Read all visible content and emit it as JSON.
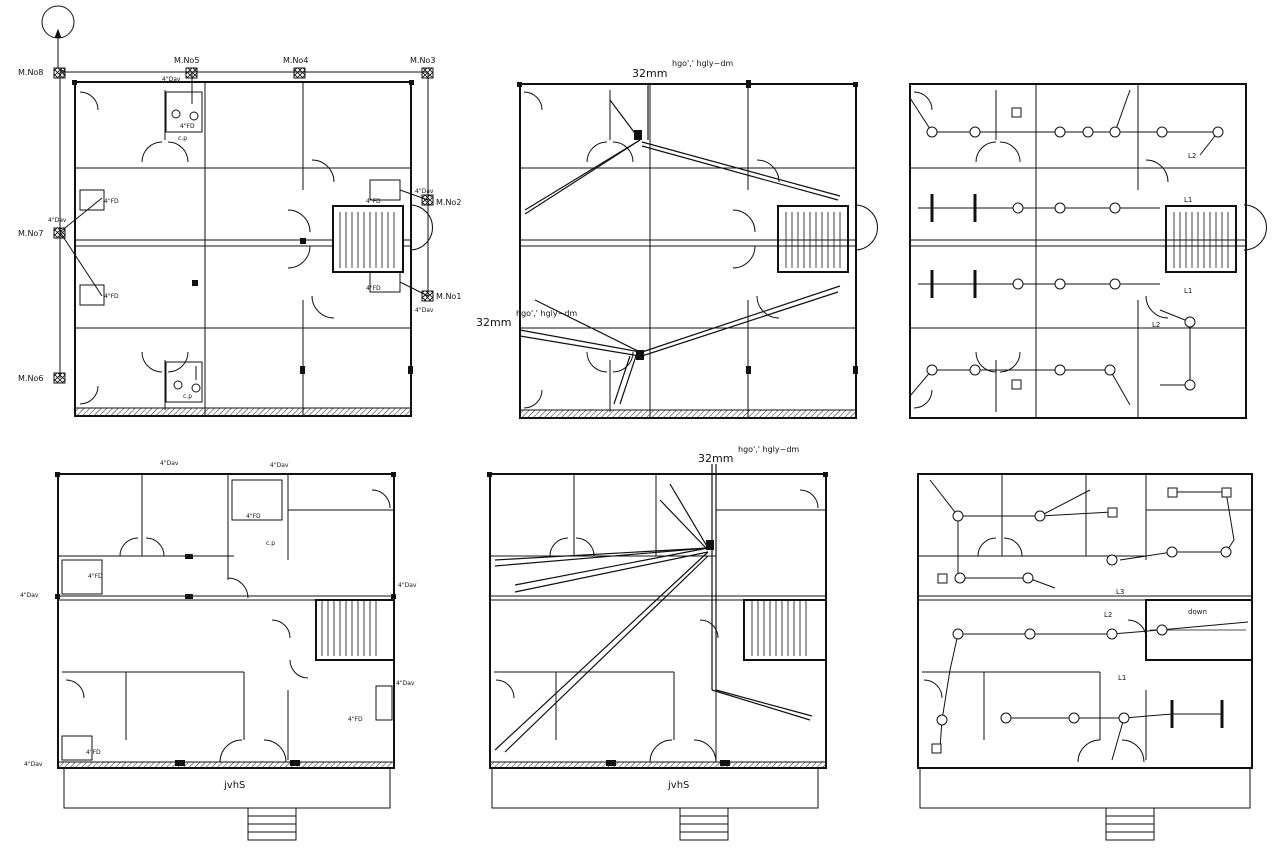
{
  "drainage_plan": {
    "manholes": [
      "M.No8",
      "M.No5",
      "M.No4",
      "M.No3",
      "M.No2",
      "M.No7",
      "M.No1",
      "M.No6"
    ],
    "pipe_notes": [
      "4\"Dav",
      "4\"Dav",
      "4\"Dav",
      "4\"Dav",
      "4\"FD",
      "4\"FD",
      "4\"FD",
      "4\"FD"
    ],
    "small_notes": [
      "c.p",
      "c.p",
      "4\"FD"
    ]
  },
  "water_plan_top": {
    "size_label": "32mm",
    "header_text": "hgo',' hgly~dm",
    "side_label": "32mm",
    "side_text": "hgo',' hgly~dm"
  },
  "water_plan_bottom": {
    "size_label": "32mm",
    "header_text": "hgo',' hgly~dm",
    "verandah": "jvhS"
  },
  "drainage_plan_ground": {
    "notes": [
      "4\"Dav",
      "4\"Dav",
      "4\"Dav",
      "4\"Dav",
      "4\"Dav",
      "4\"Dav"
    ],
    "fd_notes": [
      "4\"FD",
      "4\"FD",
      "4\"FD",
      "4\"FD"
    ],
    "cp": "c.p",
    "verandah": "jvhS"
  },
  "electrical_top": {
    "labels": [
      "L1",
      "L2",
      "L1",
      "L2"
    ]
  },
  "electrical_bottom": {
    "labels": [
      "L2",
      "L3",
      "L1",
      "down"
    ]
  }
}
